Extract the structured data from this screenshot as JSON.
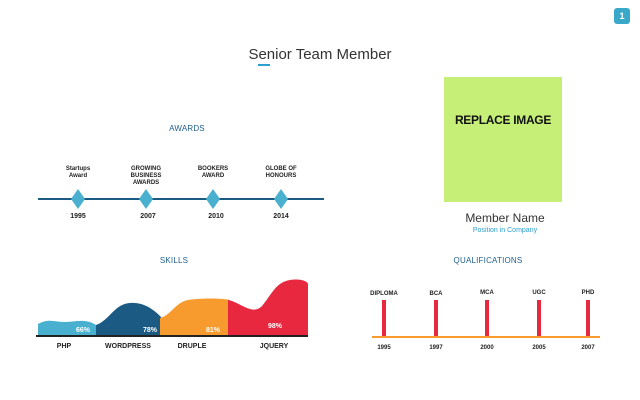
{
  "page_number": "1",
  "title": "Senior Team Member",
  "awards": {
    "heading": "AWARDS",
    "items": [
      {
        "label": "Startups\nAward",
        "year": "1995"
      },
      {
        "label": "GROWING\nBUSINESS\nAWARDS",
        "year": "2007"
      },
      {
        "label": "BOOKERS\nAWARD",
        "year": "2010"
      },
      {
        "label": "GLOBE OF\nHONOURS",
        "year": "2014"
      }
    ],
    "color": "#4ab0cf"
  },
  "profile": {
    "image_text": "REPLACE IMAGE",
    "name": "Member Name",
    "position": "Position in Company"
  },
  "skills": {
    "heading": "SKILLS",
    "items": [
      {
        "label": "PHP",
        "percent": "66%",
        "value": 66,
        "color": "#4ab0cf"
      },
      {
        "label": "WORDPRESS",
        "percent": "78%",
        "value": 78,
        "color": "#1b5a82"
      },
      {
        "label": "DRUPLE",
        "percent": "81%",
        "value": 81,
        "color": "#f79b2e"
      },
      {
        "label": "JQUERY",
        "percent": "98%",
        "value": 98,
        "color": "#e8283f"
      }
    ]
  },
  "qualifications": {
    "heading": "QUALIFICATIONS",
    "items": [
      {
        "label": "DIPLOMA",
        "year": "1995"
      },
      {
        "label": "BCA",
        "year": "1997"
      },
      {
        "label": "MCA",
        "year": "2000"
      },
      {
        "label": "UGC",
        "year": "2005"
      },
      {
        "label": "PHD",
        "year": "2007"
      }
    ],
    "bar_color": "#e8283f",
    "line_color": "#f79b2e"
  }
}
